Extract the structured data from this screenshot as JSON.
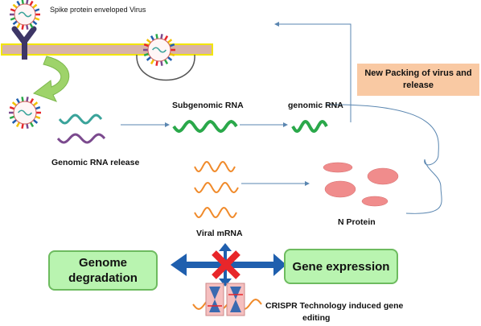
{
  "labels": {
    "spike_virus": "Spike protein enveloped Virus",
    "subgenomic_rna": "Subgenomic RNA",
    "genomic_rna": "genomic RNA",
    "genomic_rna_release": "Genomic RNA release",
    "viral_mrna": "Viral mRNA",
    "n_protein": "N Protein",
    "crispr_line1": "CRISPR Technology induced gene",
    "crispr_line2": "editing"
  },
  "boxes": {
    "new_packing_line1": "New Packing of virus and",
    "new_packing_line2": "release",
    "genome_degradation_line1": "Genome",
    "genome_degradation_line2": "degradation",
    "gene_expression": "Gene expression"
  },
  "colors": {
    "membrane": "#d8b3a8",
    "membrane_border": "#f2e500",
    "receptor": "#3d3666",
    "green_rna": "#2aa84a",
    "teal_rna": "#3aa39a",
    "purple_rna": "#7b4a8e",
    "orange_rna": "#f08a2a",
    "n_protein": "#f08c8c",
    "arrow_line": "#5a86b0",
    "blue_arrow": "#1f5fae",
    "red_x": "#e8262a",
    "green_box_fill": "#b9f4b0",
    "orange_box_fill": "#f9c9a3"
  }
}
